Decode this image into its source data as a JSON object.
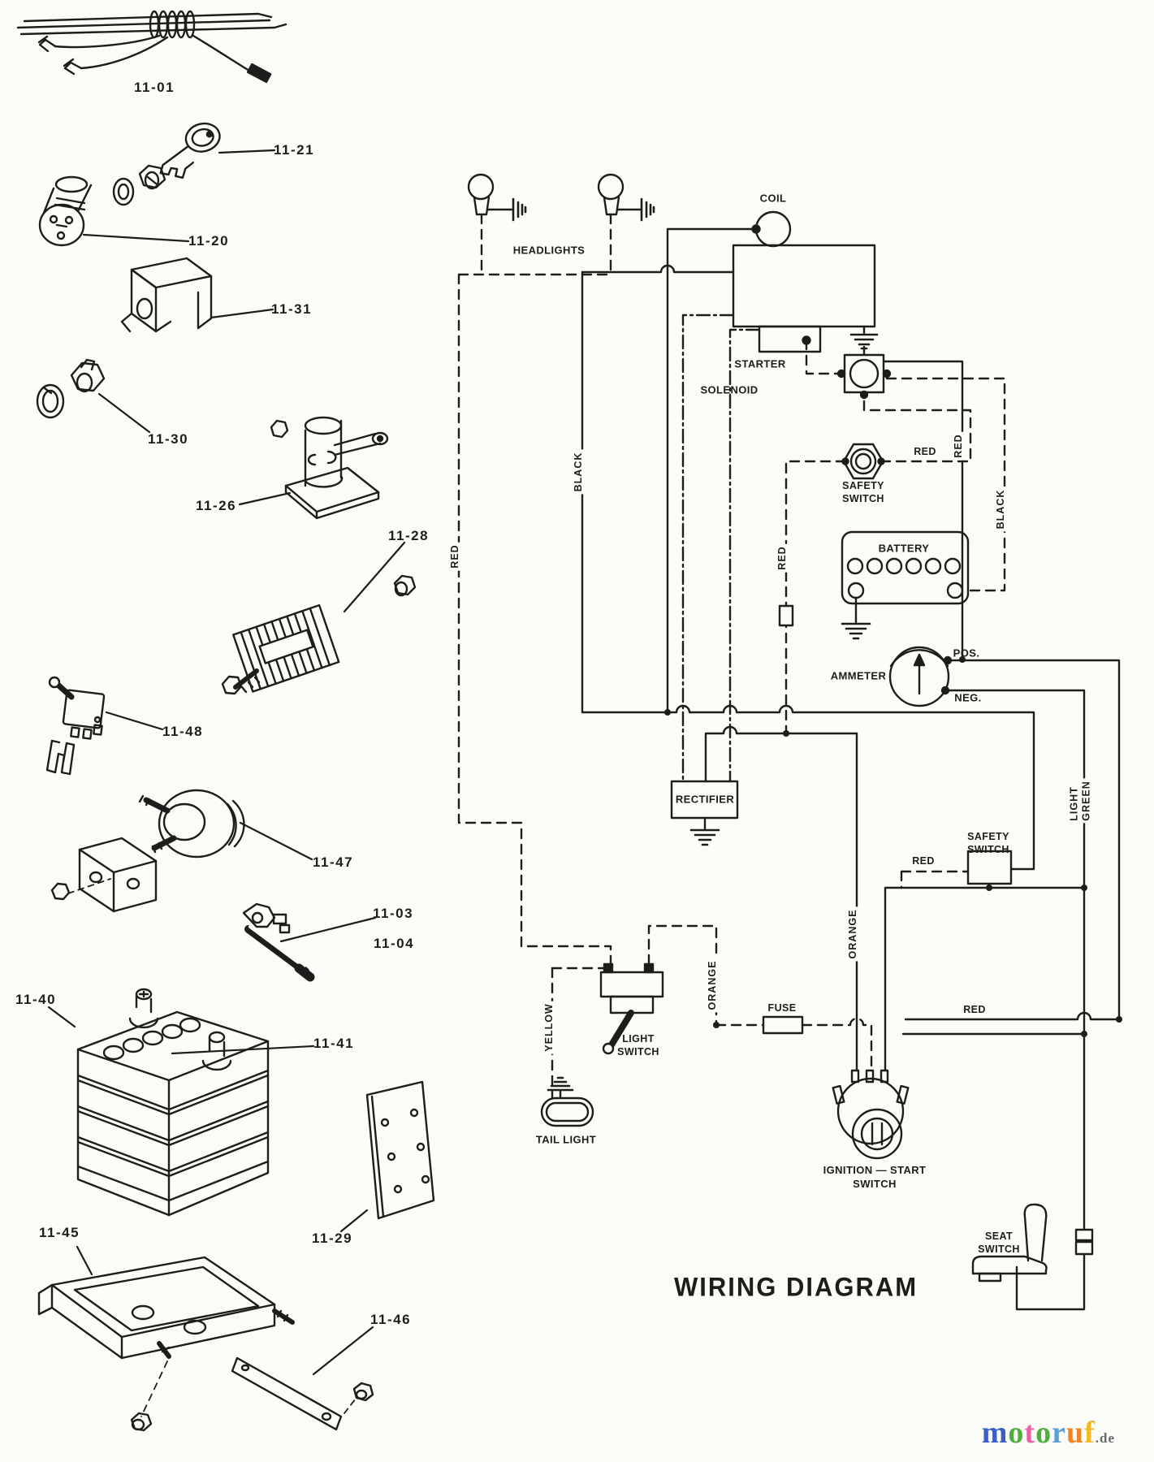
{
  "title": "WIRING DIAGRAM",
  "brand": {
    "letters": [
      {
        "ch": "m",
        "color": "#3b5fc4"
      },
      {
        "ch": "o",
        "color": "#4fae3e"
      },
      {
        "ch": "t",
        "color": "#ef5fa8"
      },
      {
        "ch": "o",
        "color": "#4fae3e"
      },
      {
        "ch": "r",
        "color": "#5c9fd6"
      },
      {
        "ch": "u",
        "color": "#f08428"
      },
      {
        "ch": "f",
        "color": "#f3b72a"
      }
    ],
    "suffix": ".de"
  },
  "parts": {
    "labels": [
      "11-01",
      "11-21",
      "11-20",
      "11-31",
      "11-30",
      "11-26",
      "11-28",
      "11-48",
      "11-47",
      "11-03",
      "11-04",
      "11-40",
      "11-41",
      "11-29",
      "11-45",
      "11-46"
    ]
  },
  "wiring": {
    "components": {
      "headlights": "HEADLIGHTS",
      "coil": "COIL",
      "starter": "STARTER",
      "solenoid": "SOLENOID",
      "safety_switch": "SAFETY\nSWITCH",
      "battery": "BATTERY",
      "ammeter": "AMMETER",
      "pos": "POS.",
      "neg": "NEG.",
      "rectifier": "RECTIFIER",
      "light_switch": "LIGHT\nSWITCH",
      "tail_light": "TAIL LIGHT",
      "fuse": "FUSE",
      "ignition": "IGNITION — START\nSWITCH",
      "seat_switch": "SEAT\nSWITCH"
    },
    "wires": {
      "red": "RED",
      "black": "BLACK",
      "orange": "ORANGE",
      "yellow": "YELLOW",
      "light_green_1": "LIGHT",
      "light_green_2": "GREEN"
    }
  }
}
